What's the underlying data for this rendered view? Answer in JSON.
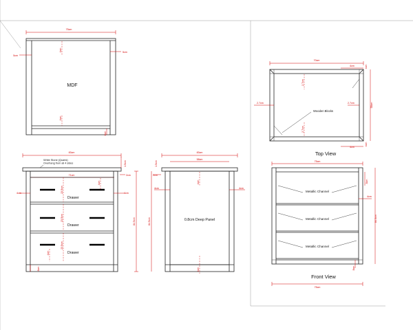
{
  "top_left_view": {
    "width_label": "75cm",
    "side_label": "5cm",
    "side_label_right": "5cm",
    "inner_top_label": "4cm",
    "inner_bottom_label": "4cm",
    "panel_label": "MDF",
    "foot_label": "8cm"
  },
  "front_drawers_view": {
    "overall_width_label": "83cm",
    "inner_width_label": "71cm",
    "stone_note_line1": "White Stone (Quartz)",
    "stone_note_line2": "Overhang from all 4 sides",
    "top_label_a": "1.5cm",
    "top_label_b": "2cm",
    "side_left_label": "4cm",
    "side_right_label": "4cm",
    "handle_gap_label": "4cm",
    "drawer_height_1": "23.5cm",
    "drawer_height_2": "23.5cm",
    "drawer_height_3": "23.5cm",
    "drawer_label": "Drawer",
    "inner_label_4cm": "4cm",
    "total_height_label": "84.5cm",
    "foot_label": "8cm"
  },
  "side_view": {
    "overall_width_label": "83cm",
    "inner_width_label": "58cm",
    "top_label_a": "1.5cm",
    "top_label_b": "2cm",
    "top_inner_label": "4cm",
    "side_left_label": "4cm",
    "side_right_label": "4cm",
    "panel_label": "0.8cm Deep Panel",
    "height_label": "84.5cm",
    "bottom_label": "4cm"
  },
  "top_view": {
    "title": "Top View",
    "width_label": "70cm",
    "top_right_label": "4cm",
    "corner_label": "4cm",
    "left_label": "2.7cm",
    "right_label": "2.7cm",
    "top_inner_label": "2.7cm",
    "bottom_inner_label": "2.7cm",
    "depth_label": "58cm",
    "bottom_label": "4cm",
    "bottom_corner_label": "4cm",
    "blocks_label": "Wooden Blocks"
  },
  "front_view": {
    "title": "Front View",
    "width_label": "75cm",
    "width_bottom_label": "75cm",
    "channel_label_1": "Metallic Channel",
    "channel_label_2": "Metallic Channel",
    "channel_label_3": "Metallic Channel",
    "top_label": "8cm",
    "side_label": "4cm",
    "height_label": "84.5cm",
    "foot_label": "8cm"
  }
}
